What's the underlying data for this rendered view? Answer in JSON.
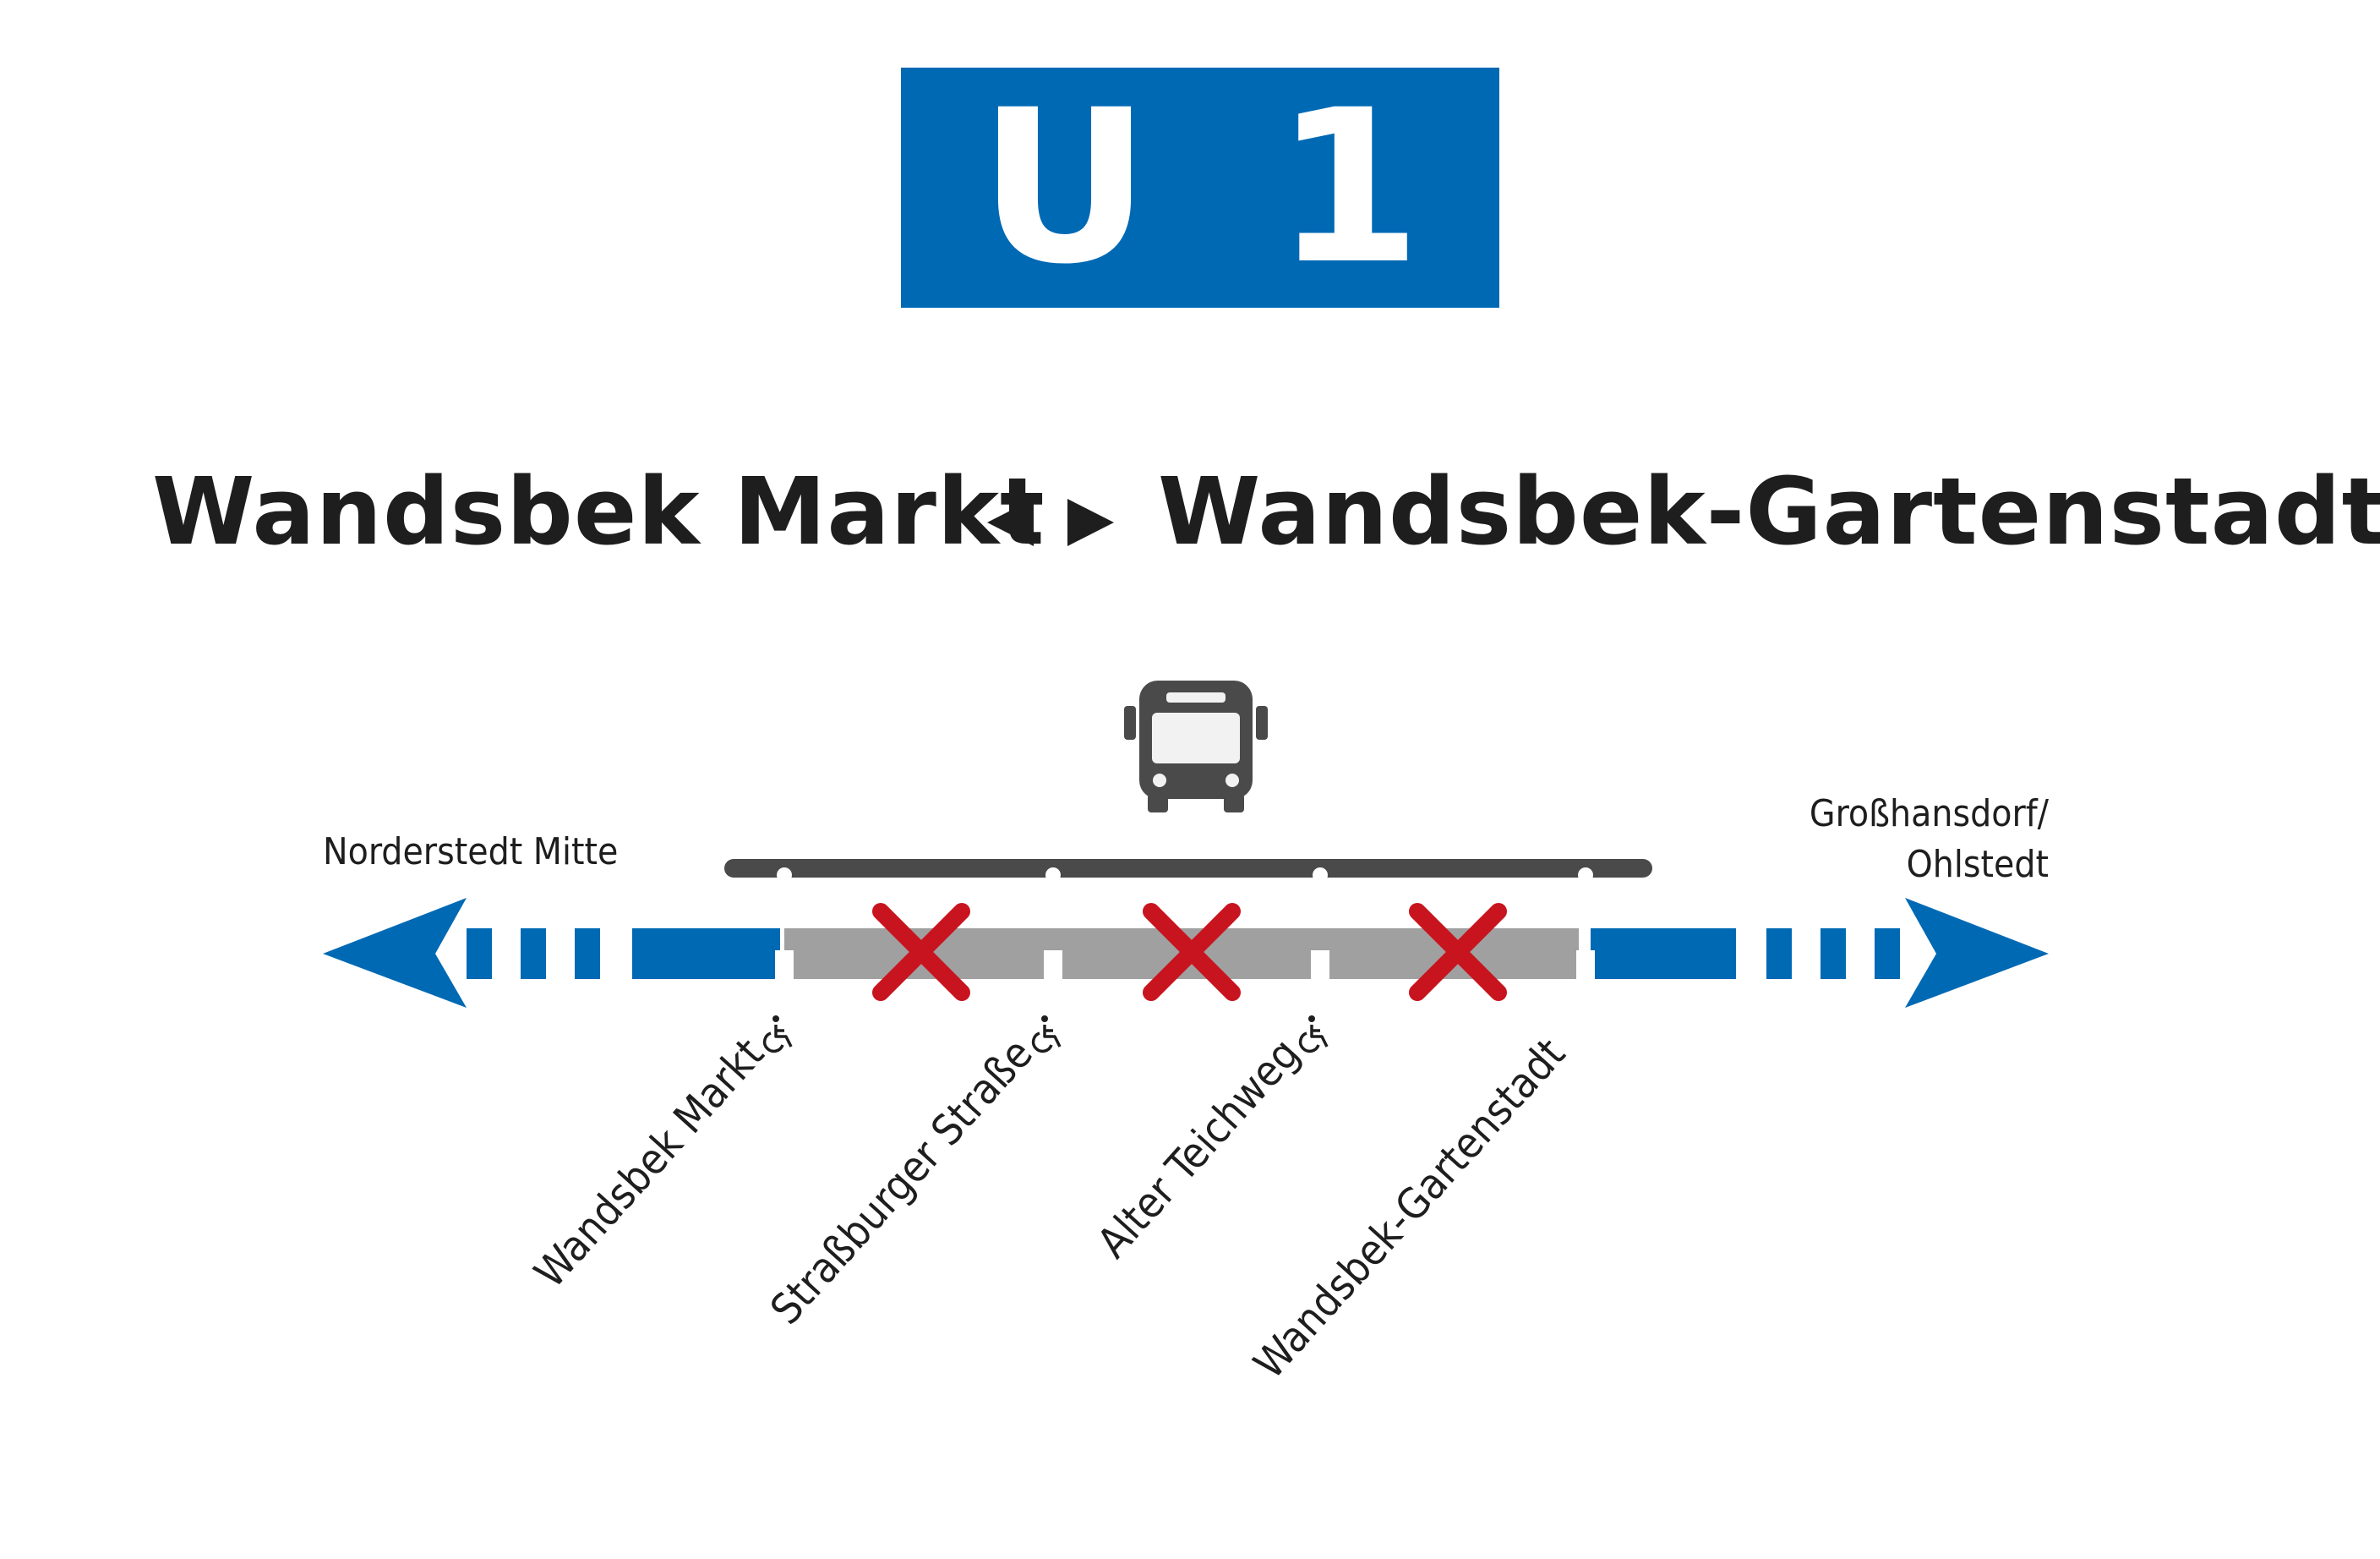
{
  "line": {
    "name": "U 1",
    "color": "#0069b4"
  },
  "route": {
    "from": "Wandsbek Markt",
    "to": "Wandsbek-Gartenstadt",
    "arrows_icon": "bidirectional-arrows-icon"
  },
  "bus_icon": "bus-icon",
  "wheelchair_icon": "wheelchair-accessible-icon",
  "closed_icon": "closed-cross-icon",
  "colors": {
    "line_blue": "#0069b4",
    "closed_section_gray": "#a0a0a0",
    "bus_line_dark": "#4a4a4a",
    "cross_red": "#c8141e",
    "text": "#1e1e1e"
  },
  "directions": {
    "west": "Norderstedt Mitte",
    "east_line1": "Großhansdorf/",
    "east_line2": "Ohlstedt"
  },
  "stations": [
    {
      "name": "Wandsbek Markt",
      "accessible": true
    },
    {
      "name": "Straßburger Straße",
      "accessible": true
    },
    {
      "name": "Alter Teichweg",
      "accessible": true
    },
    {
      "name": "Wandsbek-Gartenstadt",
      "accessible": false
    }
  ]
}
